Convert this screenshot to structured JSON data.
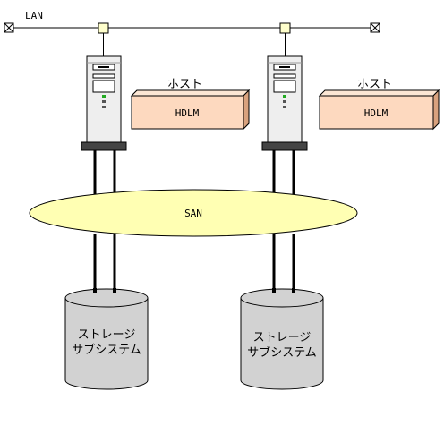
{
  "lan": {
    "label": "LAN"
  },
  "hosts": [
    {
      "label": "ホスト",
      "software": "HDLM"
    },
    {
      "label": "ホスト",
      "software": "HDLM"
    }
  ],
  "san": {
    "label": "SAN"
  },
  "storage": [
    {
      "line1": "ストレージ",
      "line2": "サブシステム"
    },
    {
      "line1": "ストレージ",
      "line2": "サブシステム"
    }
  ],
  "colors": {
    "lan_node": "#ffffcc",
    "san_fill": "#ffffb3",
    "hdlm_front": "#fdd9bf",
    "hdlm_top": "#fbe6d4",
    "hdlm_side": "#d9a27e",
    "server_body": "#eeeeee",
    "storage_body": "#d2d2d2",
    "line": "#000000"
  }
}
